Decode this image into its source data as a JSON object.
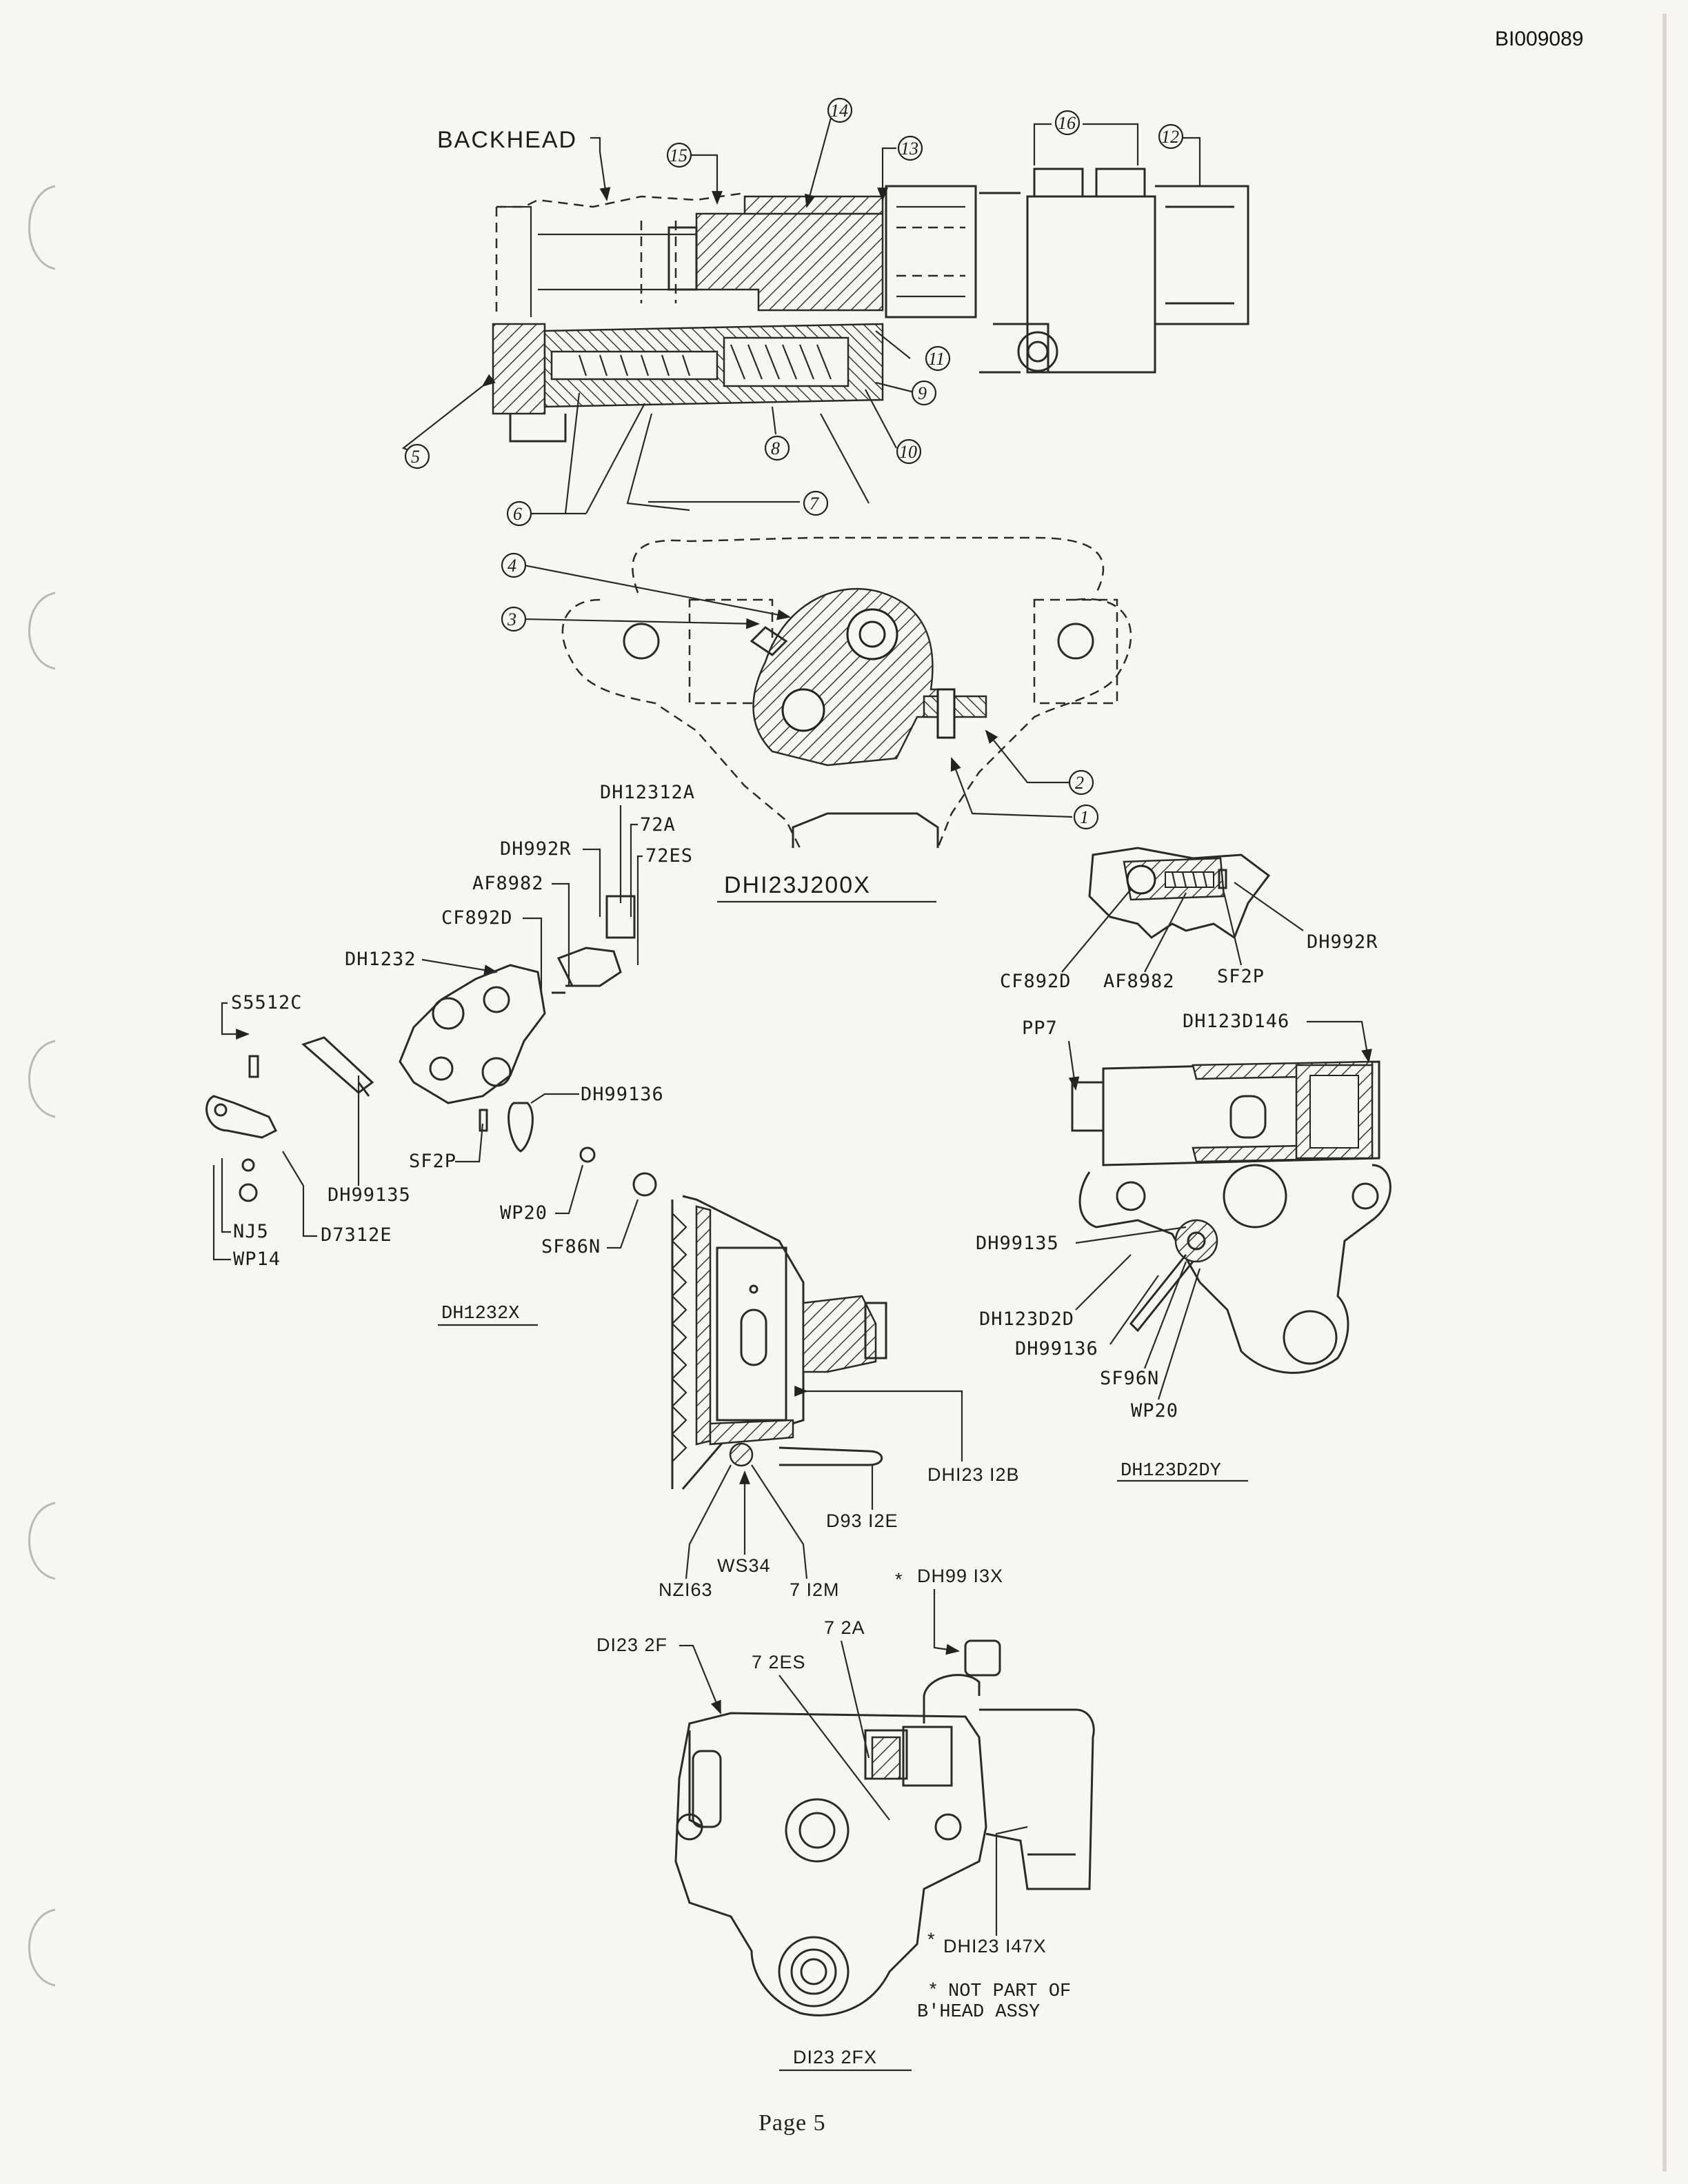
{
  "document_id": "BI009089",
  "page_label": "Page 5",
  "views": {
    "backhead_section": {
      "backhead_label": "BACKHEAD",
      "callouts": [
        "1",
        "2",
        "3",
        "4",
        "5",
        "6",
        "7",
        "8",
        "9",
        "10",
        "11",
        "12",
        "13",
        "14",
        "15",
        "16"
      ]
    },
    "valve_assembly": {
      "caption": "DHI23J200X"
    },
    "exploded": {
      "caption": "DH1232X",
      "labels": {
        "dh12312a": "DH12312A",
        "p72a": "72A",
        "p72es": "72ES",
        "dh992r": "DH992R",
        "af8982": "AF8982",
        "cf892d": "CF892D",
        "dh1232": "DH1232",
        "s5512c": "S5512C",
        "sf2p": "SF2P",
        "dh99136": "DH99136",
        "dh99135": "DH99135",
        "nj5": "NJ5",
        "d7312e": "D7312E",
        "wp14": "WP14",
        "wp20": "WP20",
        "sf86n": "SF86N"
      }
    },
    "detail_small": {
      "labels": {
        "cf892d": "CF892D",
        "af8982": "AF8982",
        "sf2p": "SF2P",
        "dh992r": "DH992R"
      }
    },
    "side_assembly": {
      "caption": "DH123D2DY",
      "labels": {
        "pp7": "PP7",
        "dh123d146": "DH123D146",
        "dh99135": "DH99135",
        "dh123d2d": "DH123D2D",
        "dh99136": "DH99136",
        "sf96n": "SF96N",
        "wp20": "WP20"
      }
    },
    "center_section": {
      "labels": {
        "dh12312b": "DHI23 I2B",
        "d9312e": "D93 I2E",
        "ws34": "WS34",
        "nz163": "NZI63",
        "p712m": "7 I2M"
      }
    },
    "bottom_assembly": {
      "caption": "DI23 2FX",
      "labels": {
        "dh9913x": "DH99 I3X",
        "p72a": "7 2A",
        "p72es": "7 2ES",
        "d1232f": "DI23 2F",
        "dh123147x": "DHI23 I47X"
      },
      "note_line1": "NOT PART OF",
      "note_line2": "B'HEAD ASSY"
    }
  }
}
